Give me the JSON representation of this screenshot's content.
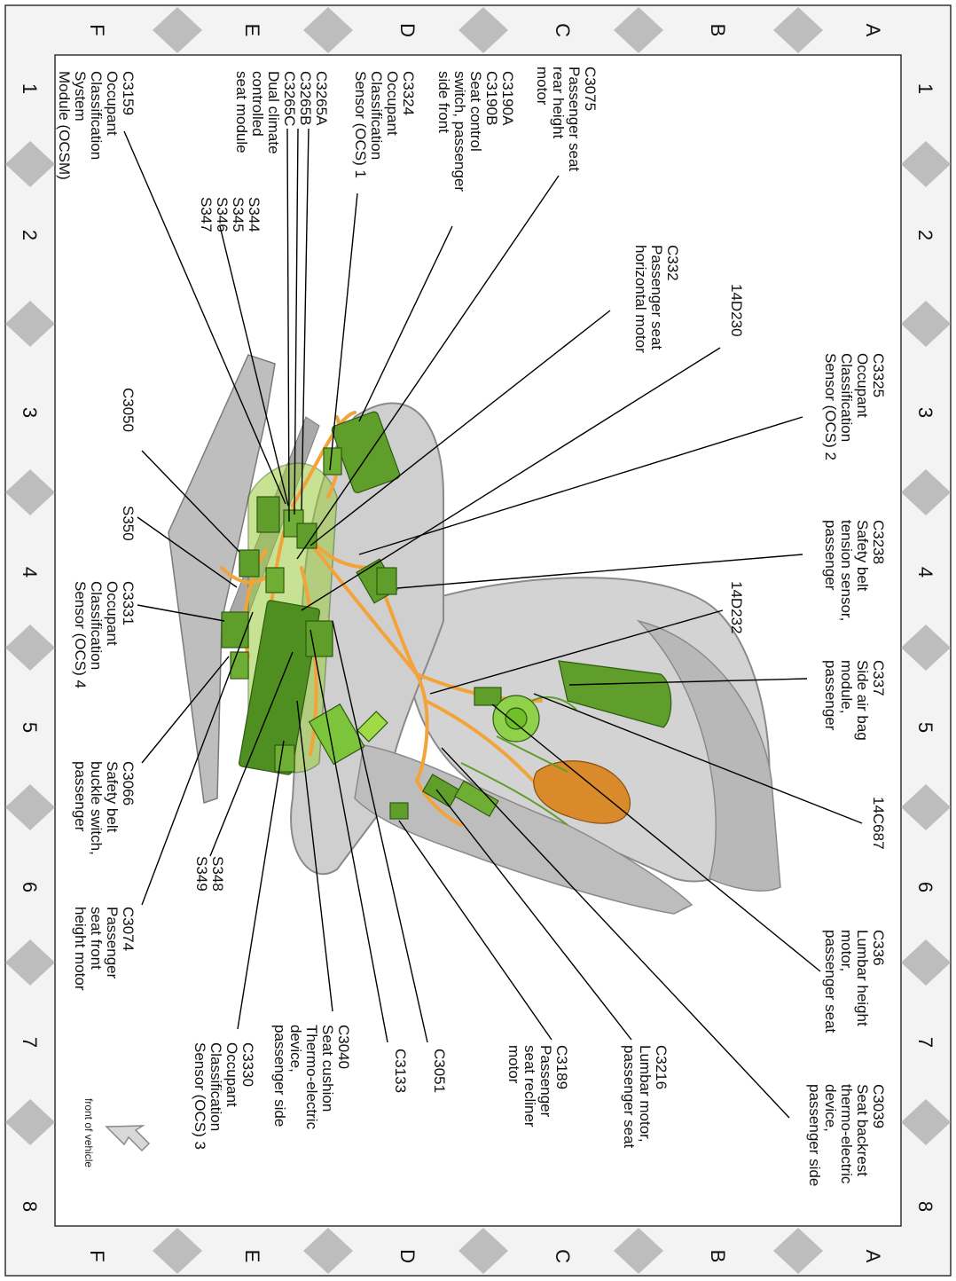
{
  "colors": {
    "background": "#ffffff",
    "frame_band": "#f3f3f3",
    "frame_marker": "#bdbdbd",
    "seat_body": "#c8c8c8",
    "seat_shadow": "#9e9e9e",
    "harness": "#f2a33a",
    "component": "#5f9e2a",
    "component_light": "#9fdc44",
    "motor": "#d98a2b"
  },
  "grid": {
    "columns": [
      "1",
      "2",
      "3",
      "4",
      "5",
      "6",
      "7",
      "8"
    ],
    "rows": [
      "A",
      "B",
      "C",
      "D",
      "E",
      "F"
    ]
  },
  "orientation_note": "front of vehicle",
  "callouts": {
    "c3075": [
      "C3075",
      "Passenger seat",
      "rear height",
      "motor"
    ],
    "c3190": [
      "C3190A",
      "C3190B",
      "Seat control",
      "switch, passenger",
      "side front"
    ],
    "c3324": [
      "C3324",
      "Occupant",
      "Classification",
      "Sensor (OCS) 1"
    ],
    "c3265": [
      "C3265A",
      "C3265B",
      "C3265C",
      "Dual climate",
      "controlled",
      "seat module"
    ],
    "s344": [
      "S344",
      "S345",
      "S346",
      "S347"
    ],
    "c3159": [
      "C3159",
      "Occupant",
      "Classification",
      "System",
      "Module (OCSM)"
    ],
    "c332": [
      "C332",
      "Passenger seat",
      "horizontal motor"
    ],
    "d230": [
      "14D230"
    ],
    "c3325": [
      "C3325",
      "Occupant",
      "Classification",
      "Sensor (OCS) 2"
    ],
    "c3238": [
      "C3238",
      "Safety belt",
      "tension sensor,",
      "passenger"
    ],
    "d232": [
      "14D232"
    ],
    "c337": [
      "C337",
      "Side air bag",
      "module,",
      "passenger"
    ],
    "c687": [
      "14C687"
    ],
    "c3050": [
      "C3050"
    ],
    "s350": [
      "S350"
    ],
    "c3331": [
      "C3331",
      "Occupant",
      "Classification",
      "Sensor (OCS) 4"
    ],
    "c3066": [
      "C3066",
      "Safety belt",
      "buckle switch,",
      "passenger"
    ],
    "s348": [
      "S348",
      "S349"
    ],
    "c3074": [
      "C3074",
      "Passenger",
      "seat front",
      "height motor"
    ],
    "c3330": [
      "C3330",
      "Occupant",
      "Classification",
      "Sensor (OCS) 3"
    ],
    "c3040": [
      "C3040",
      "Seat cushion",
      "Thermo-electric",
      "device,",
      "passenger side"
    ],
    "c3133": [
      "C3133"
    ],
    "c3051": [
      "C3051"
    ],
    "c3189": [
      "C3189",
      "Passenger",
      "seat recliner",
      "motor"
    ],
    "c3216": [
      "C3216",
      "Lumbar motor,",
      "passenger seat"
    ],
    "c336": [
      "C336",
      "Lumbar height",
      "motor,",
      "passenger seat"
    ],
    "c3039": [
      "C3039",
      "Seat backrest",
      "thermo-electric",
      "device,",
      "passenger side"
    ]
  }
}
